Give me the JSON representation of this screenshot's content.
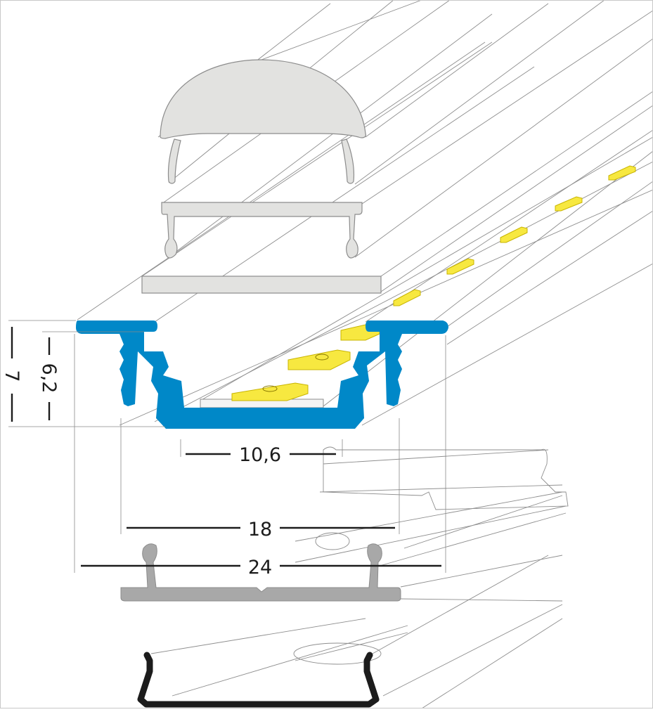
{
  "dimensions": {
    "height_outer": "7",
    "height_inner": "6,2",
    "channel_width": "10,6",
    "base_width": "18",
    "total_width": "24"
  },
  "colors": {
    "profile": "#0088c8",
    "led": "#f7e840",
    "led_edge": "#c8b400",
    "cover": "#e2e2e0",
    "cover_edge": "#8c8c8c",
    "clip": "#a8a8a8",
    "bracket": "#1c1c1c"
  },
  "components": [
    "round-diffuser-cover",
    "flat-clip-cover",
    "flat-diffuser-strip",
    "aluminium-profile",
    "led-strip",
    "mounting-clip",
    "end-bracket"
  ]
}
